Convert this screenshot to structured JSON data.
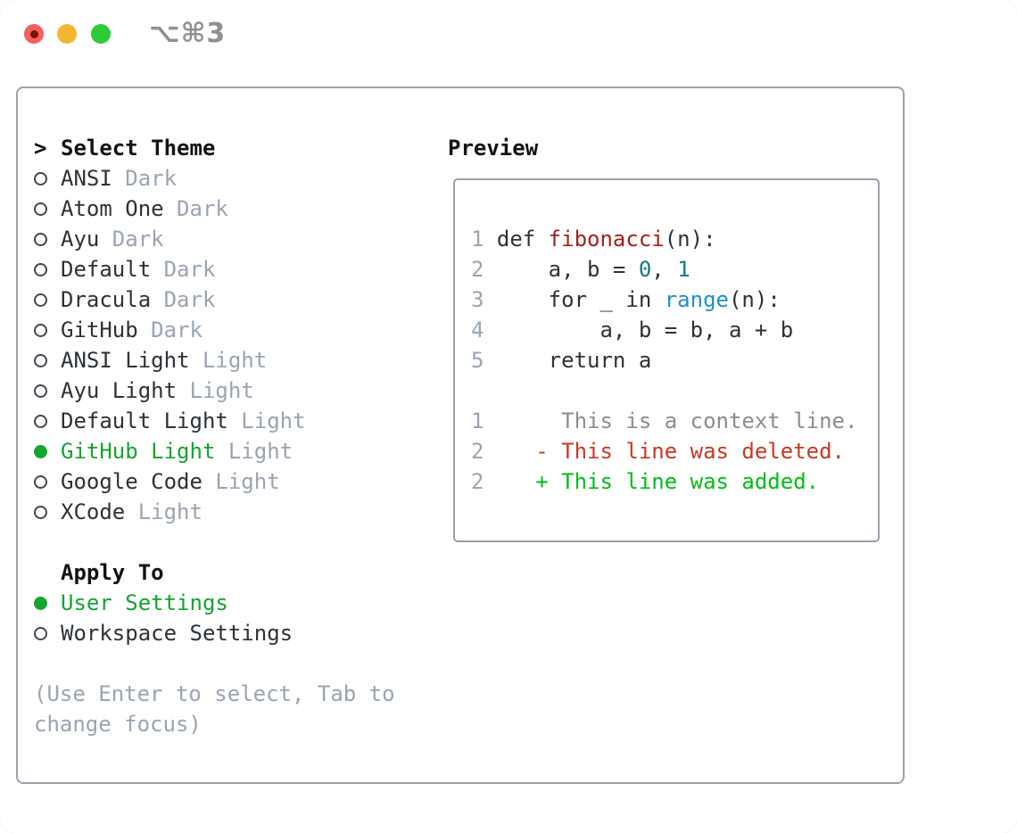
{
  "window": {
    "title": "⌥⌘3",
    "traffic_lights": [
      {
        "name": "close",
        "color": "#f4605a",
        "inner_dot": "#7c100a"
      },
      {
        "name": "minimize",
        "color": "#f6b634"
      },
      {
        "name": "zoom",
        "color": "#2dc937"
      }
    ]
  },
  "colors": {
    "panel_border": "#99a2ac",
    "text_dark": "#2c3237",
    "heading_black": "#101316",
    "muted_gray_blue": "#9aa4b2",
    "selection_green": "#14a52e",
    "function_red": "#a51e1e",
    "number_teal": "#0e7d7a",
    "builtin_blue": "#1f8fce",
    "context_gray": "#8a8d90",
    "deleted_red": "#c93822",
    "added_green": "#00bd17",
    "title_gray": "#8f9094"
  },
  "theme_menu": {
    "header": {
      "marker": ">",
      "label": "Select Theme"
    },
    "items": [
      {
        "label": "ANSI",
        "variant": "Dark",
        "selected": false
      },
      {
        "label": "Atom One",
        "variant": "Dark",
        "selected": false
      },
      {
        "label": "Ayu",
        "variant": "Dark",
        "selected": false
      },
      {
        "label": "Default",
        "variant": "Dark",
        "selected": false
      },
      {
        "label": "Dracula",
        "variant": "Dark",
        "selected": false
      },
      {
        "label": "GitHub",
        "variant": "Dark",
        "selected": false
      },
      {
        "label": "ANSI Light",
        "variant": "Light",
        "selected": false
      },
      {
        "label": "Ayu Light",
        "variant": "Light",
        "selected": false
      },
      {
        "label": "Default Light",
        "variant": "Light",
        "selected": false
      },
      {
        "label": "GitHub Light",
        "variant": "Light",
        "selected": true
      },
      {
        "label": "Google Code",
        "variant": "Light",
        "selected": false
      },
      {
        "label": "XCode",
        "variant": "Light",
        "selected": false
      }
    ]
  },
  "apply_to": {
    "header": "Apply To",
    "items": [
      {
        "label": "User Settings",
        "selected": true
      },
      {
        "label": "Workspace Settings",
        "selected": false
      }
    ]
  },
  "help": {
    "lines": [
      "(Use Enter to select, Tab to",
      "change focus)"
    ]
  },
  "preview": {
    "title": "Preview",
    "code_lines": [
      {
        "num": "1",
        "tokens": [
          {
            "text": "def ",
            "style": "plain"
          },
          {
            "text": "fibonacci",
            "style": "func"
          },
          {
            "text": "(n):",
            "style": "plain"
          }
        ]
      },
      {
        "num": "2",
        "tokens": [
          {
            "text": "    a, b = ",
            "style": "plain"
          },
          {
            "text": "0",
            "style": "num"
          },
          {
            "text": ", ",
            "style": "plain"
          },
          {
            "text": "1",
            "style": "num"
          }
        ]
      },
      {
        "num": "3",
        "tokens": [
          {
            "text": "    for _ in ",
            "style": "plain"
          },
          {
            "text": "range",
            "style": "builtin"
          },
          {
            "text": "(n):",
            "style": "plain"
          }
        ]
      },
      {
        "num": "4",
        "tokens": [
          {
            "text": "        a, b = b, a + b",
            "style": "plain"
          }
        ]
      },
      {
        "num": "5",
        "tokens": [
          {
            "text": "    return a",
            "style": "plain"
          }
        ]
      },
      {
        "num": "",
        "tokens": []
      },
      {
        "num": "1",
        "tokens": [
          {
            "text": "     This is a context line.",
            "style": "context"
          }
        ]
      },
      {
        "num": "2",
        "tokens": [
          {
            "text": "   - This line was deleted.",
            "style": "deleted"
          }
        ]
      },
      {
        "num": "2",
        "tokens": [
          {
            "text": "   + This line was added.",
            "style": "added"
          }
        ]
      }
    ]
  }
}
